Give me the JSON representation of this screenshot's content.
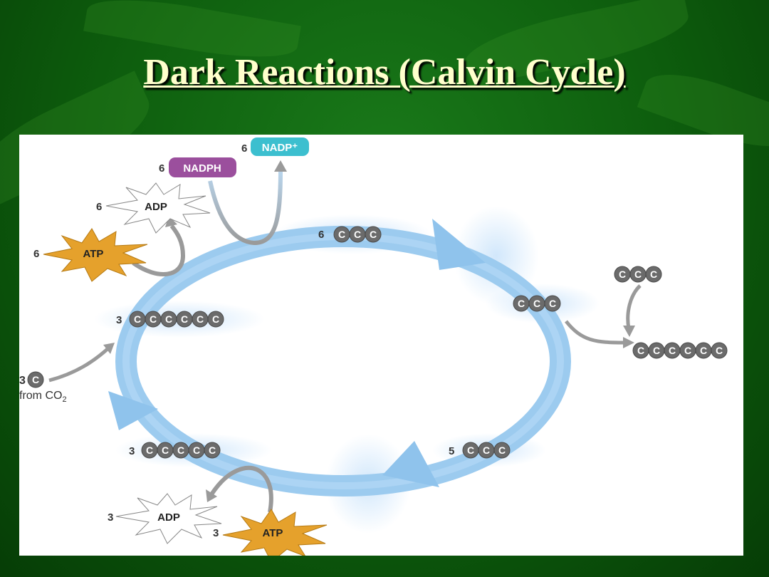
{
  "slide": {
    "title": "Dark Reactions (Calvin Cycle)"
  },
  "colors": {
    "background": "#0d5c0d",
    "title": "#ffffcc",
    "cycle_arrow": "#9ccbef",
    "carbon": "#6b6b6b",
    "nadph": "#9b4f9d",
    "nadp": "#3cbfcf",
    "atp": "#e5a12c",
    "adp": "#ffffff"
  },
  "diagram": {
    "nadp_coeff": "6",
    "nadp_label": "NADP⁺",
    "nadph_coeff": "6",
    "nadph_label": "NADPH",
    "adp_top_coeff": "6",
    "adp_top_label": "ADP",
    "atp_top_coeff": "6",
    "atp_top_label": "ATP",
    "top_molecule_coeff": "6",
    "six_carbon_coeff": "3",
    "co2_coeff": "3",
    "co2_label": "from CO",
    "co2_subscript": "2",
    "five_carbon_coeff": "3",
    "bottom_right_coeff": "5",
    "adp_bottom_coeff": "3",
    "adp_bottom_label": "ADP",
    "atp_bottom_coeff": "3",
    "atp_bottom_label": "ATP",
    "carbon_symbol": "C"
  }
}
